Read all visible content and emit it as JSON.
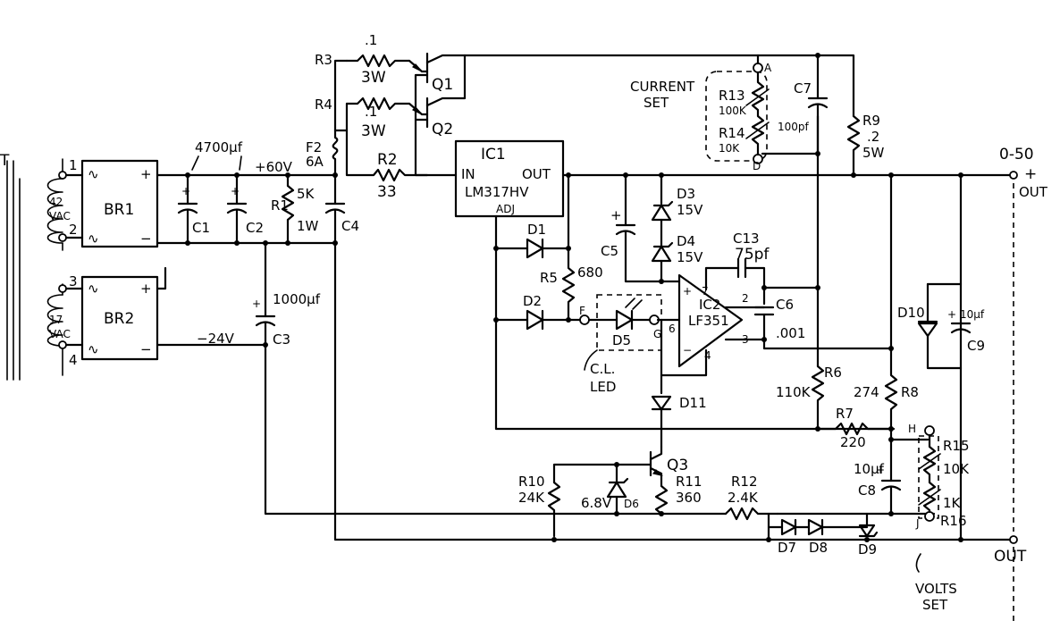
{
  "transformer": {
    "label": "T",
    "pins": [
      "1",
      "2",
      "3",
      "4"
    ],
    "sec1": {
      "volts": "42",
      "unit": "VAC"
    },
    "sec2": {
      "volts": "17",
      "unit": "VAC"
    }
  },
  "bridges": {
    "br1": "BR1",
    "br2": "BR2",
    "plus": "+",
    "minus": "−",
    "ac": "∿"
  },
  "caps": {
    "c1": "C1",
    "c2": "C2",
    "c3": "C3",
    "c4": "C4",
    "c5": "C5",
    "c6": "C6",
    "c6_val": ".001",
    "c7": "C7",
    "c7_val": "100pf",
    "c8": "C8",
    "c8_val": "10µf",
    "c9": "C9",
    "c9_val": "10µf",
    "c13": "C13",
    "c13_val": "75pf",
    "bulk1": "4700µf",
    "bulk2": "1000µf"
  },
  "rails": {
    "pos": "+60V",
    "neg": "−24V"
  },
  "fuse": {
    "name": "F2",
    "rating": "6A"
  },
  "resistors": {
    "r1": "R1",
    "r1_val": "5K",
    "r1_w": "1W",
    "r2": "R2",
    "r2_val": "33",
    "r3": "R3",
    "r3_val": ".1",
    "r3_w": "3W",
    "r4": "R4",
    "r4_val": ".1",
    "r4_w": "3W",
    "r5": "R5",
    "r5_val": "680",
    "r6": "R6",
    "r6_val": "110K",
    "r7": "R7",
    "r7_val": "220",
    "r8": "R8",
    "r8_val": "274",
    "r9": "R9",
    "r9_val": ".2",
    "r9_w": "5W",
    "r10": "R10",
    "r10_val": "24K",
    "r11": "R11",
    "r11_val": "360",
    "r12": "R12",
    "r12_val": "2.4K",
    "r13": "R13",
    "r13_val": "100K",
    "r14": "R14",
    "r14_val": "10K",
    "r15": "R15",
    "r15_val": "10K",
    "r16": "R16",
    "r16_val": "1K"
  },
  "transistors": {
    "q1": "Q1",
    "q2": "Q2",
    "q3": "Q3"
  },
  "ic1": {
    "name": "IC1",
    "in": "IN",
    "out": "OUT",
    "part": "LM317HV",
    "adj": "ADJ"
  },
  "ic2": {
    "name": "IC2",
    "part": "LF351",
    "pin2": "2",
    "pin3": "3",
    "pin4": "4",
    "pin6": "6",
    "pin7": "7",
    "plus": "+",
    "minus": "−"
  },
  "diodes": {
    "d1": "D1",
    "d2": "D2",
    "d3": "D3",
    "d3_val": "15V",
    "d4": "D4",
    "d4_val": "15V",
    "d5": "D5",
    "d6": "D6",
    "d6_val": "6.8V",
    "d7": "D7",
    "d8": "D8",
    "d9": "D9",
    "d10": "D10",
    "d11": "D11"
  },
  "points": {
    "a": "A",
    "d": "D",
    "f": "F",
    "g": "G",
    "h": "H",
    "j": "J"
  },
  "labels": {
    "current_set_1": "CURRENT",
    "current_set_2": "SET",
    "cl_led_1": "C.L.",
    "cl_led_2": "LED",
    "volts_set_1": "VOLTS",
    "volts_set_2": "SET",
    "out_range": "0-50",
    "out_plus": "+",
    "out_top": "OUT",
    "out_bottom": "OUT"
  }
}
